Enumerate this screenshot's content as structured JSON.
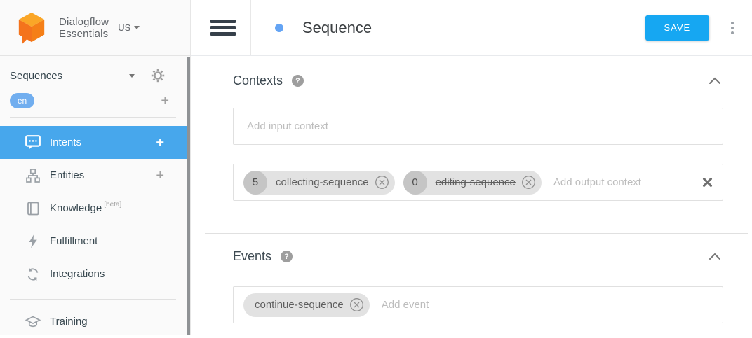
{
  "brand": {
    "name_line1": "Dialogflow",
    "name_line2": "Essentials",
    "region": "US"
  },
  "sidebar": {
    "agent_name": "Sequences",
    "language": "en",
    "add_label": "+",
    "items": [
      {
        "label": "Intents",
        "selected": true
      },
      {
        "label": "Entities"
      },
      {
        "label": "Knowledge",
        "badge": "[beta]"
      },
      {
        "label": "Fulfillment"
      },
      {
        "label": "Integrations"
      },
      {
        "label": "Training"
      }
    ]
  },
  "header": {
    "title": "Sequence",
    "save_label": "SAVE"
  },
  "sections": {
    "contexts": {
      "heading": "Contexts",
      "help_glyph": "?",
      "input_placeholder": "Add input context",
      "output_placeholder": "Add output context",
      "output_chips": [
        {
          "count": "5",
          "label": "collecting-sequence",
          "removed": false
        },
        {
          "count": "0",
          "label": "editing-sequence",
          "removed": true
        }
      ]
    },
    "events": {
      "heading": "Events",
      "help_glyph": "?",
      "placeholder": "Add event",
      "chips": [
        {
          "label": "continue-sequence"
        }
      ]
    }
  },
  "colors": {
    "selected_nav": "#47A7EC",
    "save_button": "#16A7F2",
    "language_pill": "#71AEEF",
    "intent_dot": "#64A4F4",
    "logo_orange": "#F4731C"
  }
}
